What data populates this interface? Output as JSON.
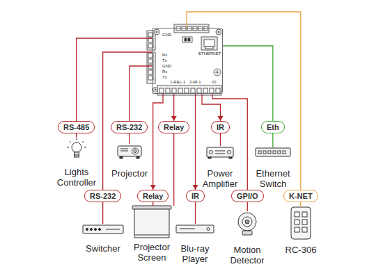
{
  "diagram": {
    "nodes": [
      {
        "text": [
          "ETHERNET"
        ]
      },
      {
        "text": [
          "RS-485"
        ]
      },
      {
        "text": [
          "RS-232"
        ]
      },
      {
        "text": [
          "Relay"
        ]
      },
      {
        "text": [
          "IR"
        ]
      },
      {
        "text": [
          "Eth"
        ]
      },
      {
        "text": [
          "Lights Controller"
        ]
      },
      {
        "text": [
          "Projector"
        ]
      },
      {
        "text": [
          "Power Amplifier"
        ]
      },
      {
        "text": [
          "Ethernet Switch"
        ]
      },
      {
        "text": [
          "RS-232"
        ]
      },
      {
        "text": [
          "Relay"
        ]
      },
      {
        "text": [
          "IR"
        ]
      },
      {
        "text": [
          "GPI/O"
        ]
      },
      {
        "text": [
          "K-NET"
        ]
      },
      {
        "text": [
          "Switcher"
        ]
      },
      {
        "text": [
          "Projector Screen"
        ]
      },
      {
        "text": [
          "Blu-ray Player"
        ]
      },
      {
        "text": [
          "Motion Detector"
        ]
      },
      {
        "text": [
          "RC-306"
        ]
      }
    ],
    "edges": [
      {
        "from": 0,
        "to": 1,
        "arrow": "none"
      },
      {
        "from": 1,
        "to": 6,
        "arrow": "none"
      },
      {
        "from": 0,
        "to": 2,
        "arrow": "none"
      },
      {
        "from": 2,
        "to": 7,
        "arrow": "none"
      },
      {
        "from": 0,
        "to": 3,
        "arrow": "to"
      },
      {
        "from": 3,
        "to": 16,
        "arrow": "none"
      },
      {
        "from": 0,
        "to": 4,
        "arrow": "to"
      },
      {
        "from": 4,
        "to": 8,
        "arrow": "none"
      },
      {
        "from": 0,
        "to": 5,
        "arrow": "none"
      },
      {
        "from": 5,
        "to": 9,
        "arrow": "none"
      },
      {
        "from": 0,
        "to": 10,
        "arrow": "none"
      },
      {
        "from": 10,
        "to": 15,
        "arrow": "none"
      },
      {
        "from": 0,
        "to": 11,
        "arrow": "to"
      },
      {
        "from": 11,
        "to": 16,
        "arrow": "none"
      },
      {
        "from": 0,
        "to": 12,
        "arrow": "to"
      },
      {
        "from": 12,
        "to": 17,
        "arrow": "none"
      },
      {
        "from": 0,
        "to": 13,
        "arrow": "none"
      },
      {
        "from": 13,
        "to": 18,
        "arrow": "none"
      },
      {
        "from": 0,
        "to": 14,
        "arrow": "none"
      },
      {
        "from": 14,
        "to": 19,
        "arrow": "none"
      }
    ],
    "labels": [
      "GND",
      "Rx",
      "Tx",
      "GND",
      "Rx",
      "Tx",
      "1-REL-1",
      "2-IR-1",
      "IO"
    ]
  }
}
